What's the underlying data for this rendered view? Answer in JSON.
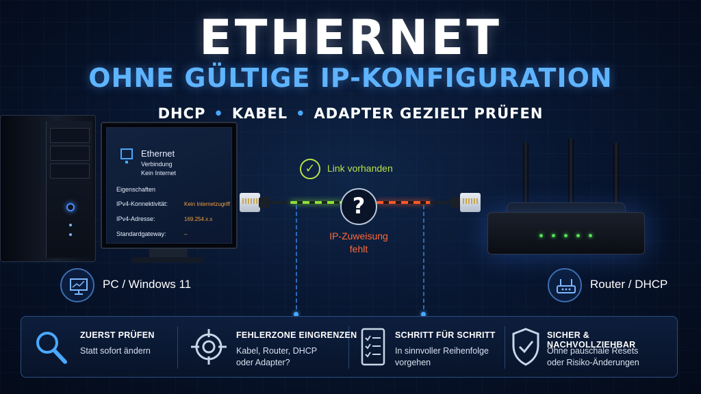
{
  "header": {
    "title": "ETHERNET",
    "subtitle": "OHNE GÜLTIGE IP-KONFIGURATION",
    "tagline_items": [
      "DHCP",
      "KABEL",
      "ADAPTER GEZIELT PRÜFEN"
    ]
  },
  "pc_screen": {
    "adapter_name": "Ethernet",
    "status_line1": "Verbindung",
    "status_line2": "Kein Internet",
    "section_label": "Eigenschaften",
    "rows": [
      {
        "label": "IPv4-Konnektivität:",
        "value": "Kein Internetzugriff"
      },
      {
        "label": "IPv4-Adresse:",
        "value": "169.254.x.x"
      },
      {
        "label": "Standardgateway:",
        "value": "–"
      }
    ]
  },
  "connection": {
    "link_status": "Link vorhanden",
    "question_mark": "?",
    "error_line1": "IP-Zuweisung",
    "error_line2": "fehlt",
    "colors": {
      "link_ok": "#b7e04a",
      "error": "#ff6a3c"
    }
  },
  "devices": {
    "pc_label": "PC / Windows 11",
    "router_label": "Router / DHCP"
  },
  "steps": [
    {
      "icon": "magnifier-icon",
      "title": "ZUERST PRÜFEN",
      "desc_lines": [
        "Statt sofort ändern"
      ]
    },
    {
      "icon": "crosshair-icon",
      "title": "FEHLERZONE EINGRENZEN",
      "desc_lines": [
        "Kabel, Router, DHCP",
        "oder Adapter?"
      ]
    },
    {
      "icon": "checklist-icon",
      "title": "SCHRITT FÜR SCHRITT",
      "desc_lines": [
        "In sinnvoller Reihenfolge",
        "vorgehen"
      ]
    },
    {
      "icon": "shield-check-icon",
      "title": "SICHER & NACHVOLLZIEHBAR",
      "desc_lines": [
        "Ohne pauschale Resets",
        "oder Risiko-Änderungen"
      ]
    }
  ]
}
